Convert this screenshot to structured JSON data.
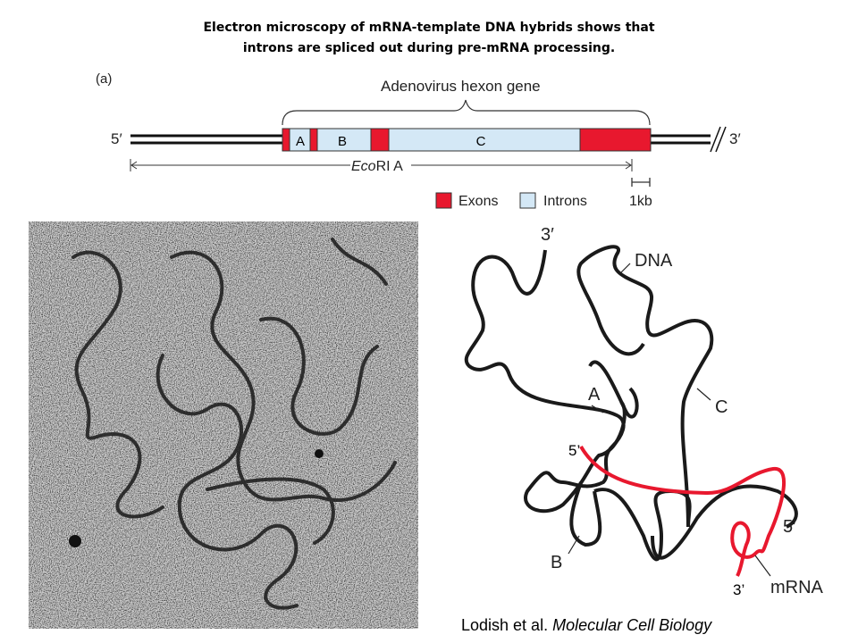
{
  "title": {
    "line1": "Electron microscopy of mRNA-template DNA hybrids shows that",
    "line2": "introns are spliced out during pre-mRNA processing."
  },
  "gene_diagram": {
    "panel_label": "(a)",
    "gene_label": "Adenovirus hexon gene",
    "end_5": "5′",
    "end_3": "3′",
    "segments": [
      "A",
      "B",
      "C"
    ],
    "ecori_italic": "Eco",
    "ecori_rest": "RI A",
    "legend": {
      "exons": "Exons",
      "introns": "Introns",
      "scale": "1kb"
    },
    "colors": {
      "exon": "#e8182e",
      "intron": "#d4e8f6"
    }
  },
  "schematic": {
    "dna": "DNA",
    "mrna": "mRNA",
    "end_3_top": "3′",
    "end_5_right": "5′",
    "mrna_5": "5’",
    "mrna_3": "3’",
    "loop_a": "A",
    "loop_b": "B",
    "loop_c": "C"
  },
  "credit": {
    "authors": "Lodish et al.",
    "book": "Molecular Cell Biology"
  }
}
